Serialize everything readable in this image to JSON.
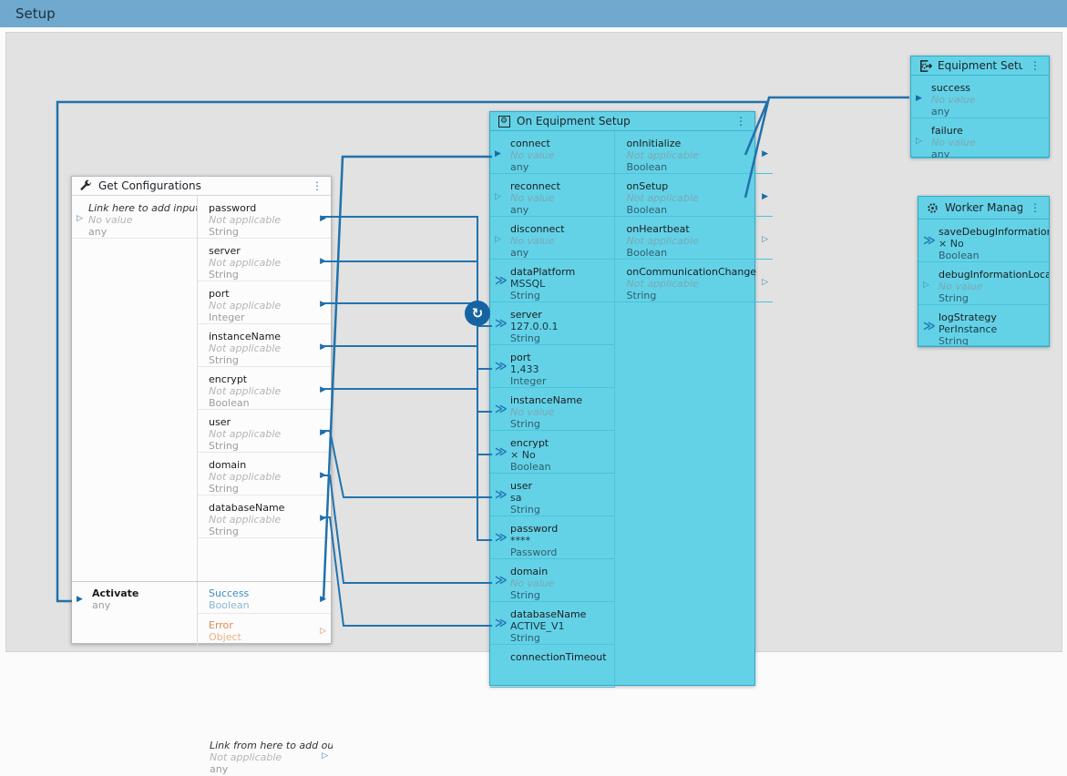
{
  "titlebar": {
    "title": "Setup"
  },
  "colors": {
    "titlebar_bg": "#6fa9ce",
    "canvas_bg": "#e2e2e2",
    "node_cyan": "#63d2e7",
    "wire_blue": "#2273ad",
    "success_blue": "#3f8dc0",
    "error_orange": "#e08a52"
  },
  "badges": {
    "sync_icon": "↻"
  },
  "nodes": {
    "get_configurations": {
      "title": "Get Configurations",
      "icon": "wrench-icon",
      "hint_input": {
        "name": "Link here to add input",
        "value": "No value",
        "type": "any",
        "arrow": "unlinked",
        "value_state": "empty"
      },
      "outputs": [
        {
          "name": "password",
          "value": "Not applicable",
          "type": "String",
          "arrow": "linked",
          "value_state": "empty"
        },
        {
          "name": "server",
          "value": "Not applicable",
          "type": "String",
          "arrow": "linked",
          "value_state": "empty"
        },
        {
          "name": "port",
          "value": "Not applicable",
          "type": "Integer",
          "arrow": "linked",
          "value_state": "empty"
        },
        {
          "name": "instanceName",
          "value": "Not applicable",
          "type": "String",
          "arrow": "linked",
          "value_state": "empty"
        },
        {
          "name": "encrypt",
          "value": "Not applicable",
          "type": "Boolean",
          "arrow": "linked",
          "value_state": "empty"
        },
        {
          "name": "user",
          "value": "Not applicable",
          "type": "String",
          "arrow": "linked",
          "value_state": "empty"
        },
        {
          "name": "domain",
          "value": "Not applicable",
          "type": "String",
          "arrow": "linked",
          "value_state": "empty"
        },
        {
          "name": "databaseName",
          "value": "Not applicable",
          "type": "String",
          "arrow": "linked",
          "value_state": "empty"
        }
      ],
      "add_output": {
        "name": "Link from here to add output",
        "value": "Not applicable",
        "type": "any",
        "arrow": "unlinked",
        "value_state": "empty"
      },
      "activate": {
        "name": "Activate",
        "type": "any"
      },
      "success": {
        "name": "Success",
        "type": "Boolean"
      },
      "error": {
        "name": "Error",
        "type": "Object"
      }
    },
    "on_equipment_setup": {
      "title": "On Equipment Setup",
      "icon": "gear-box-icon",
      "inputs": [
        {
          "name": "connect",
          "value": "No value",
          "type": "any",
          "arrow": "linked",
          "value_state": "empty"
        },
        {
          "name": "reconnect",
          "value": "No value",
          "type": "any",
          "arrow": "unlinked",
          "value_state": "empty"
        },
        {
          "name": "disconnect",
          "value": "No value",
          "type": "any",
          "arrow": "unlinked",
          "value_state": "empty"
        },
        {
          "name": "dataPlatform",
          "value": "MSSQL",
          "type": "String",
          "arrow": "value",
          "value_state": "set"
        },
        {
          "name": "server",
          "value": "127.0.0.1",
          "type": "String",
          "arrow": "value",
          "value_state": "set"
        },
        {
          "name": "port",
          "value": "1,433",
          "type": "Integer",
          "arrow": "value",
          "value_state": "set"
        },
        {
          "name": "instanceName",
          "value": "No value",
          "type": "String",
          "arrow": "value",
          "value_state": "empty"
        },
        {
          "name": "encrypt",
          "value": "× No",
          "type": "Boolean",
          "arrow": "value",
          "value_state": "set"
        },
        {
          "name": "user",
          "value": "sa",
          "type": "String",
          "arrow": "value",
          "value_state": "set"
        },
        {
          "name": "password",
          "value": "****",
          "type": "Password",
          "arrow": "value",
          "value_state": "set"
        },
        {
          "name": "domain",
          "value": "No value",
          "type": "String",
          "arrow": "value",
          "value_state": "empty"
        },
        {
          "name": "databaseName",
          "value": "ACTIVE_V1",
          "type": "String",
          "arrow": "value",
          "value_state": "set"
        },
        {
          "name": "connectionTimeout",
          "value": "",
          "type": "",
          "arrow": "none",
          "value_state": "empty"
        }
      ],
      "outputs": [
        {
          "name": "onInitialize",
          "value": "Not applicable",
          "type": "Boolean",
          "arrow": "linked",
          "value_state": "empty"
        },
        {
          "name": "onSetup",
          "value": "Not applicable",
          "type": "Boolean",
          "arrow": "linked",
          "value_state": "empty"
        },
        {
          "name": "onHeartbeat",
          "value": "Not applicable",
          "type": "Boolean",
          "arrow": "unlinked",
          "value_state": "empty"
        },
        {
          "name": "onCommunicationChange",
          "value": "Not applicable",
          "type": "String",
          "arrow": "unlinked",
          "value_state": "empty"
        }
      ]
    },
    "equipment_setup": {
      "title": "Equipment Setu...",
      "icon": "gear-arrow-icon",
      "inputs": [
        {
          "name": "success",
          "value": "No value",
          "type": "any",
          "arrow": "linked",
          "value_state": "empty"
        },
        {
          "name": "failure",
          "value": "No value",
          "type": "any",
          "arrow": "unlinked",
          "value_state": "empty"
        }
      ]
    },
    "worker_manager": {
      "title": "Worker Manager",
      "icon": "worker-gear-icon",
      "inputs": [
        {
          "name": "saveDebugInformation",
          "value": "× No",
          "type": "Boolean",
          "arrow": "value",
          "value_state": "set"
        },
        {
          "name": "debugInformationLocation",
          "value": "No value",
          "type": "String",
          "arrow": "unlinked",
          "value_state": "empty"
        },
        {
          "name": "logStrategy",
          "value": "PerInstance",
          "type": "String",
          "arrow": "value",
          "value_state": "set"
        }
      ]
    }
  }
}
